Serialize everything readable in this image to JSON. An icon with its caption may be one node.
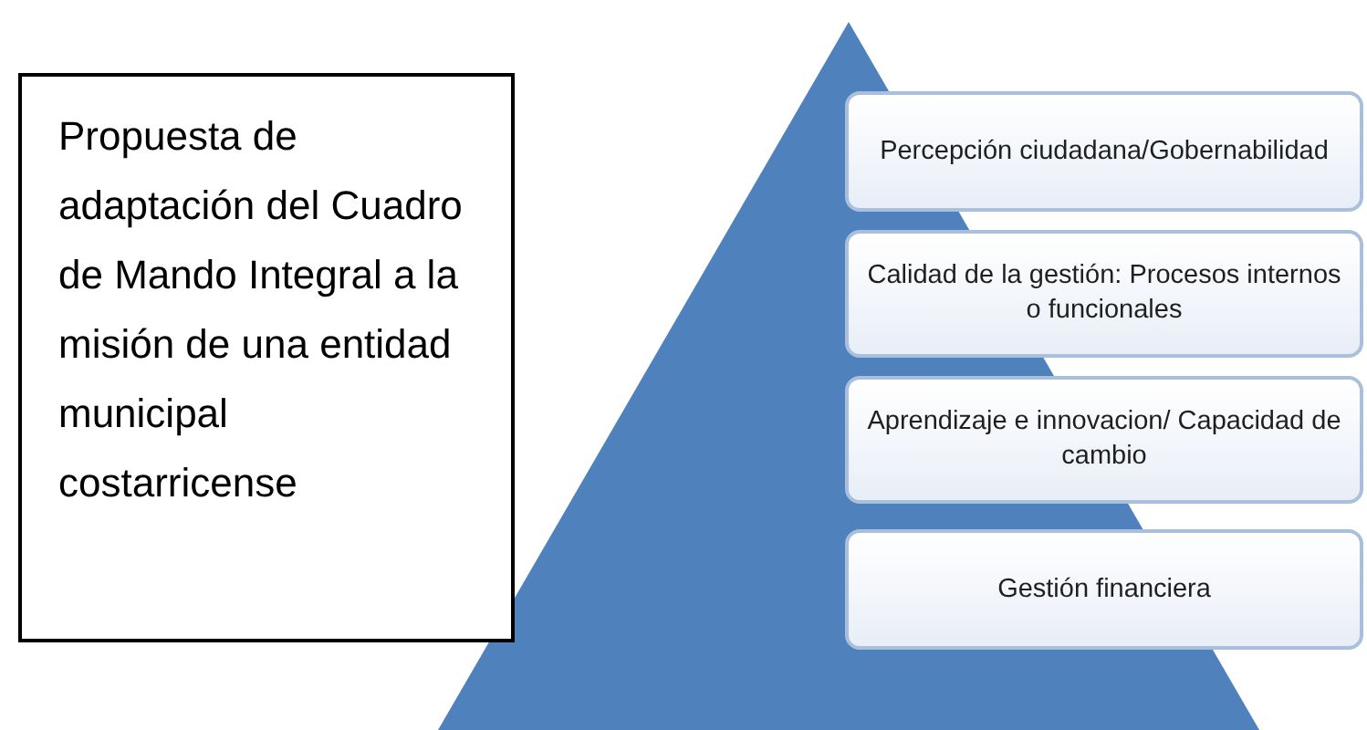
{
  "diagram": {
    "nodes": [
      {
        "text": [
          "Propuesta de adaptación del Cuadro de Mando Integral a la misión de una entidad municipal costarricense"
        ]
      },
      {
        "text": [],
        "shape": "triangle"
      },
      {
        "text": [
          "Percepción ciudadana/Gobernabilidad"
        ]
      },
      {
        "text": [
          "Calidad de la gestión: Procesos internos o funcionales"
        ]
      },
      {
        "text": [
          "Aprendizaje e innovacion/ Capacidad de cambio"
        ]
      },
      {
        "text": [
          "Gestión financiera"
        ]
      }
    ]
  }
}
